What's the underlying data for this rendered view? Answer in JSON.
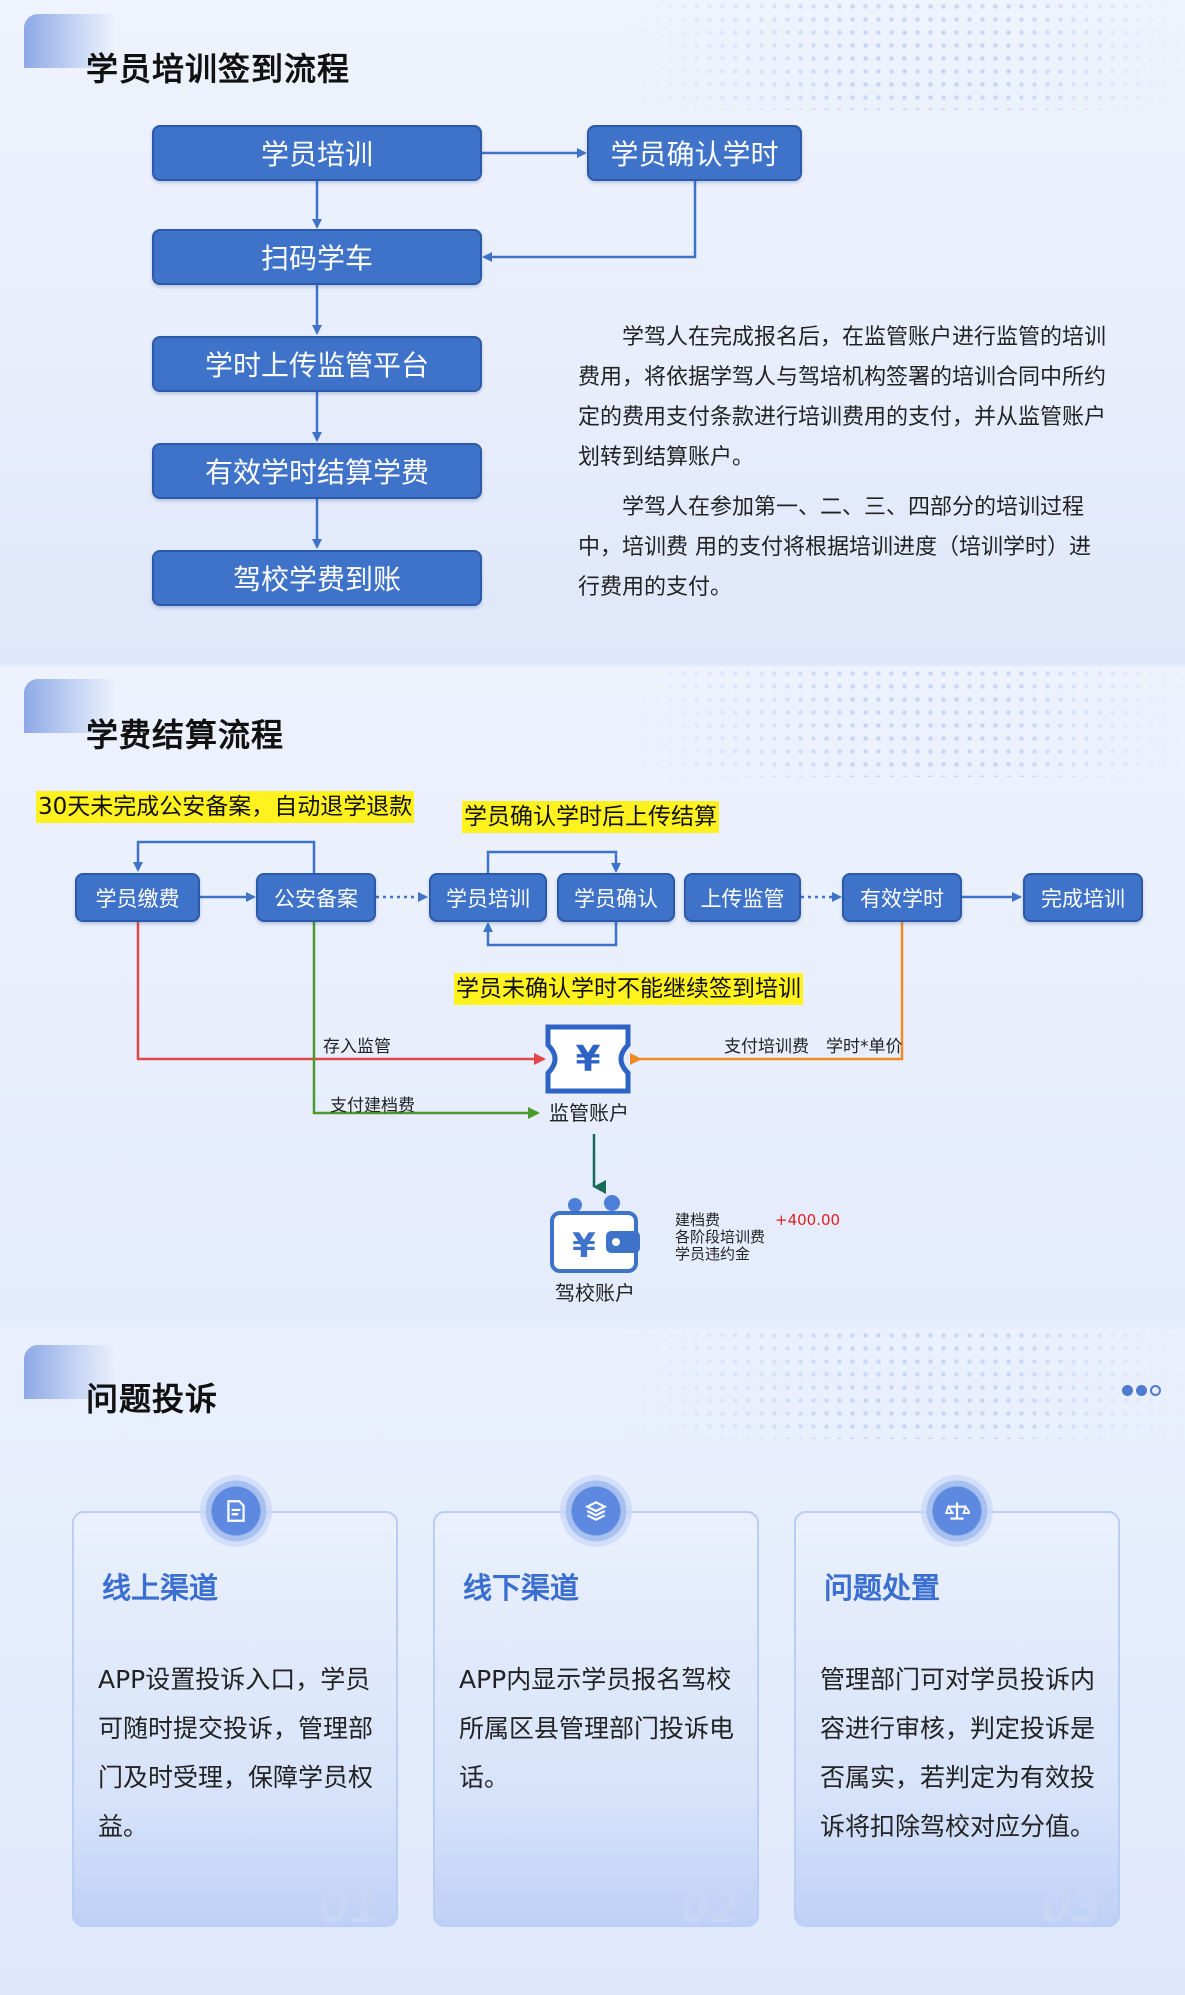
{
  "section1": {
    "title": "学员培训签到流程",
    "boxes": [
      "学员培训",
      "学员确认学时",
      "扫码学车",
      "学时上传监管平台",
      "有效学时结算学费",
      "驾校学费到账"
    ],
    "paragraphs": [
      "学驾人在完成报名后，在监管账户进行监管的培训费用，将依据学驾人与驾培机构签署的培训合同中所约定的费用支付条款进行培训费用的支付，并从监管账户划转到结算账户。",
      "学驾人在参加第一、二、三、四部分的培训过程中，培训费 用的支付将根据培训进度（培训学时）进行费用的支付。"
    ]
  },
  "section2": {
    "title": "学费结算流程",
    "highlights": [
      "30天未完成公安备案，自动退学退款",
      "学员确认学时后上传结算",
      "学员未确认学时不能继续签到培训"
    ],
    "nodes": [
      "学员缴费",
      "公安备案",
      "学员培训",
      "学员确认",
      "上传监管",
      "有效学时",
      "完成培训"
    ],
    "labels": {
      "deposit": "存入监管",
      "archive_fee": "支付建档费",
      "pay_training": "支付培训费",
      "unit": "学时*单价",
      "supervise_account": "监管账户",
      "school_account": "驾校账户"
    },
    "school_items": [
      "建档费",
      "各阶段培训费",
      "学员违约金"
    ],
    "amount": "+400.00"
  },
  "section3": {
    "title": "问题投诉",
    "cards": [
      {
        "title": "线上渠道",
        "body": "APP设置投诉入口，学员可随时提交投诉，管理部门及时受理，保障学员权益。",
        "num": "01"
      },
      {
        "title": "线下渠道",
        "body": "APP内显示学员报名驾校所属区县管理部门投诉电话。",
        "num": "02"
      },
      {
        "title": "问题处置",
        "body": "管理部门可对学员投诉内容进行审核，判定投诉是否属实，若判定为有效投诉将扣除驾校对应分值。",
        "num": "03"
      }
    ]
  },
  "colors": {
    "box_fill": "#3f73c9",
    "arrow_blue": "#3f73c9",
    "arrow_red": "#e04848",
    "arrow_green": "#4a9a2e",
    "arrow_orange": "#f08a24",
    "arrow_teal": "#1a6a5a",
    "highlight": "#fff21f",
    "amount_red": "#e02020",
    "card_title": "#3a6ed0"
  },
  "icons": [
    "yuan-ticket-icon",
    "wallet-icon",
    "document-icon",
    "layers-icon",
    "scale-icon"
  ]
}
